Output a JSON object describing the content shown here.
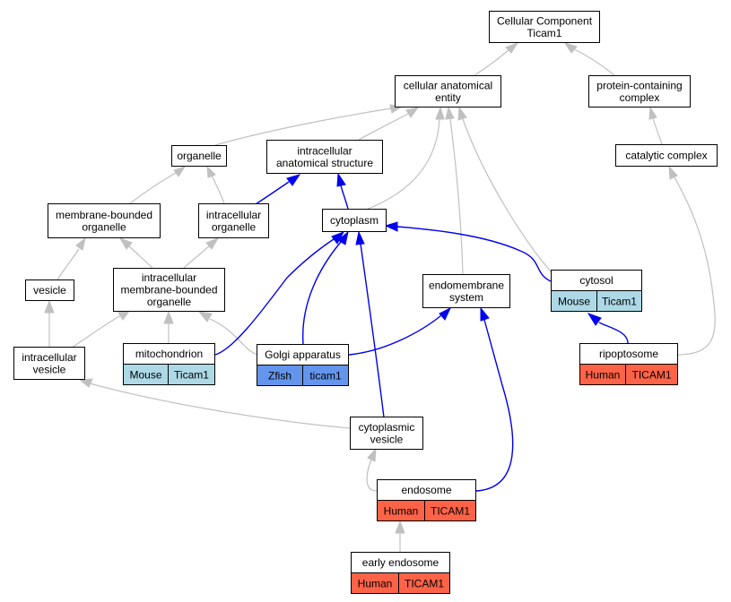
{
  "colors": {
    "mouse": "#add8e6",
    "zfish": "#6495ed",
    "human": "#ff6347",
    "edge_is_a": "#c0c0c0",
    "edge_part_of": "#0000ee",
    "node_border": "#000000"
  },
  "nodes": {
    "cellular_component": {
      "lines": [
        "Cellular Component",
        "Ticam1"
      ]
    },
    "cellular_anatomical_entity": {
      "lines": [
        "cellular anatomical",
        "entity"
      ]
    },
    "protein_containing_complex": {
      "lines": [
        "protein-containing",
        "complex"
      ]
    },
    "organelle": {
      "lines": [
        "organelle"
      ]
    },
    "intracellular_anatomical_structure": {
      "lines": [
        "intracellular",
        "anatomical structure"
      ]
    },
    "catalytic_complex": {
      "lines": [
        "catalytic complex"
      ]
    },
    "membrane_bounded_organelle": {
      "lines": [
        "membrane-bounded",
        "organelle"
      ]
    },
    "intracellular_organelle": {
      "lines": [
        "intracellular",
        "organelle"
      ]
    },
    "cytoplasm": {
      "lines": [
        "cytoplasm"
      ]
    },
    "vesicle": {
      "lines": [
        "vesicle"
      ]
    },
    "intracellular_membrane_bounded_organelle": {
      "lines": [
        "intracellular",
        "membrane-bounded",
        "organelle"
      ]
    },
    "endomembrane_system": {
      "lines": [
        "endomembrane",
        "system"
      ]
    },
    "cytosol": {
      "lines": [
        "cytosol"
      ],
      "species": "Mouse",
      "gene": "Ticam1"
    },
    "intracellular_vesicle": {
      "lines": [
        "intracellular",
        "vesicle"
      ]
    },
    "mitochondrion": {
      "lines": [
        "mitochondrion"
      ],
      "species": "Mouse",
      "gene": "Ticam1"
    },
    "golgi_apparatus": {
      "lines": [
        "Golgi apparatus"
      ],
      "species": "Zfish",
      "gene": "ticam1"
    },
    "ripoptosome": {
      "lines": [
        "ripoptosome"
      ],
      "species": "Human",
      "gene": "TICAM1"
    },
    "cytoplasmic_vesicle": {
      "lines": [
        "cytoplasmic",
        "vesicle"
      ]
    },
    "endosome": {
      "lines": [
        "endosome"
      ],
      "species": "Human",
      "gene": "TICAM1"
    },
    "early_endosome": {
      "lines": [
        "early endosome"
      ],
      "species": "Human",
      "gene": "TICAM1"
    }
  }
}
